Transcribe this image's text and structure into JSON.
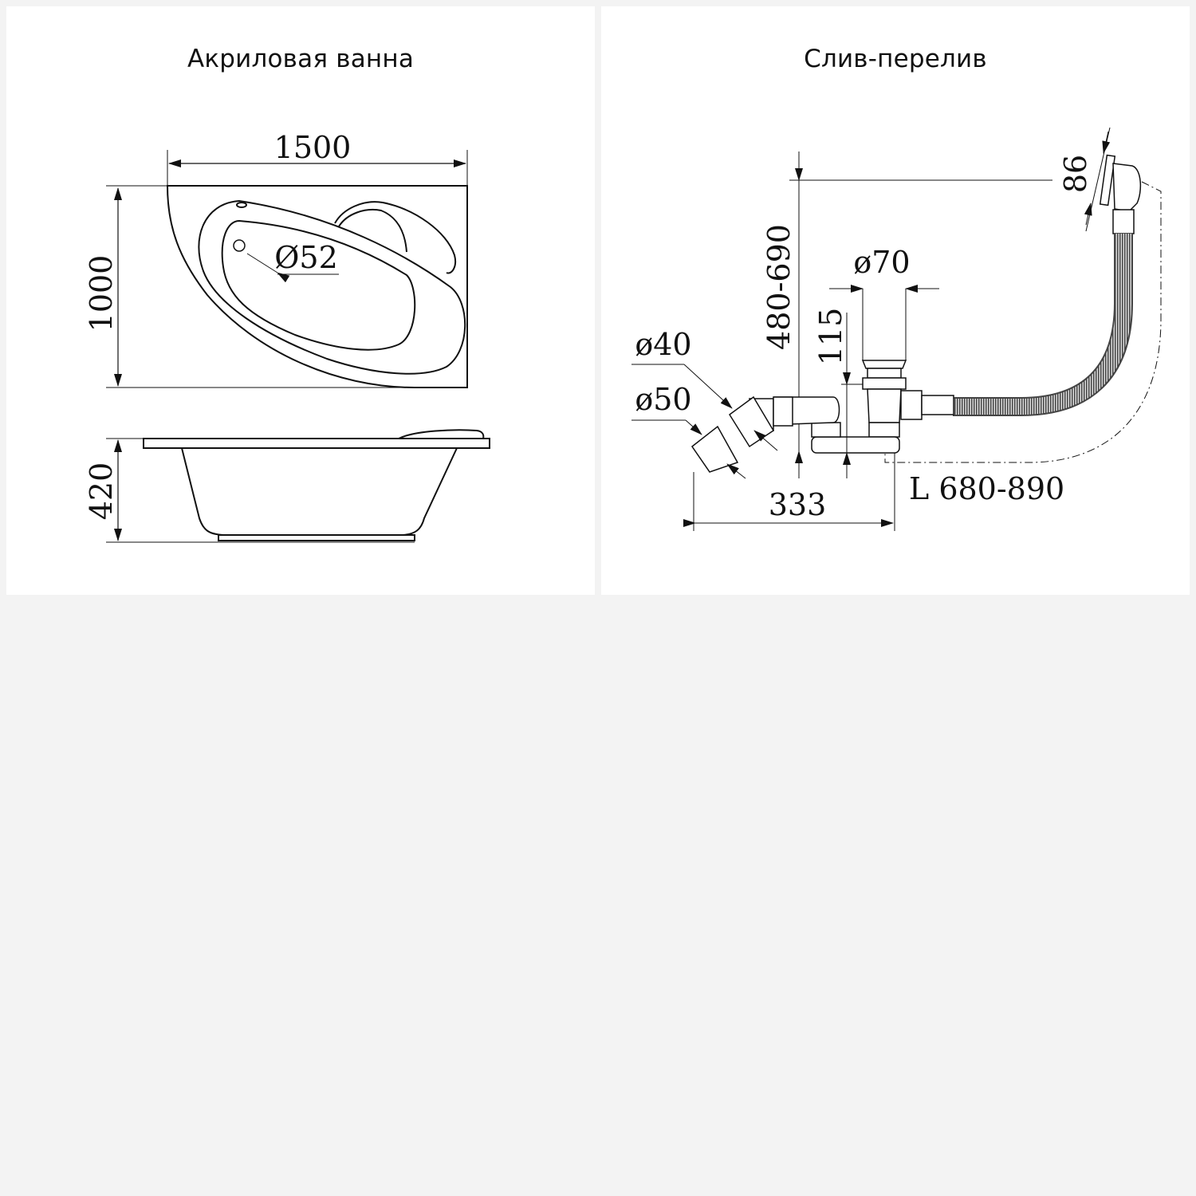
{
  "panels": [
    {
      "title": "Акриловая ванна",
      "views": [
        "top",
        "side"
      ],
      "dimensions": {
        "length": "1500",
        "width": "1000",
        "drain_diameter": "Ø52",
        "height": "420"
      }
    },
    {
      "title": "Слив-перелив",
      "dimensions": {
        "overflow_height_range": "480-690",
        "overflow_size": "86",
        "drain_diameter": "ø70",
        "drain_height": "115",
        "outlet_diameter_small": "ø40",
        "outlet_diameter_large": "ø50",
        "width": "333",
        "hose_length": "L 680-890"
      }
    }
  ],
  "colors": {
    "background": "#f3f3f3",
    "panel": "#ffffff",
    "line": "#111111",
    "hose": "#555555"
  }
}
